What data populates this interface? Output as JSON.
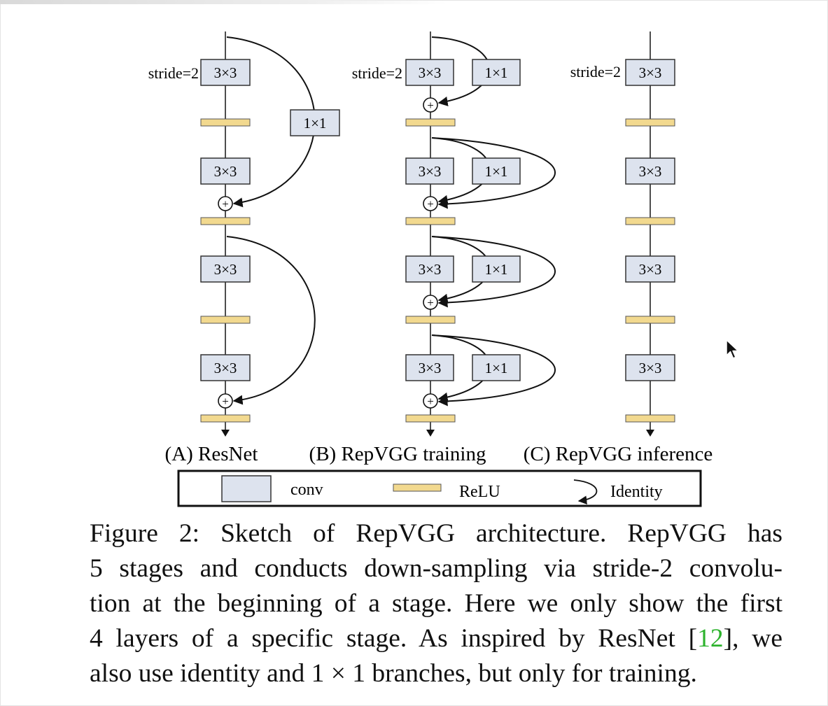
{
  "diagram": {
    "stride_label": "stride=2",
    "conv3_label": "3×3",
    "conv1_label": "1×1",
    "plus_symbol": "+",
    "panels": {
      "a": "(A) ResNet",
      "b": "(B) RepVGG training",
      "c": "(C) RepVGG inference"
    },
    "legend": {
      "conv": "conv",
      "relu": "ReLU",
      "identity": "Identity"
    }
  },
  "caption": {
    "line1": "Figure 2:  Sketch of RepVGG architecture.  RepVGG has",
    "line2": "5 stages and conducts down-sampling via stride-2 convolu-",
    "line3": "tion at the beginning of a stage. Here we only show the first",
    "line4_pre": "4 layers of a specific stage. As inspired by ResNet [",
    "line4_ref": "12",
    "line4_post": "], we",
    "line5": "also use identity and 1 × 1 branches, but only for training."
  },
  "colors": {
    "conv_fill": "#dde3ee",
    "relu_fill": "#f2d98f",
    "citation": "#2db32d"
  }
}
